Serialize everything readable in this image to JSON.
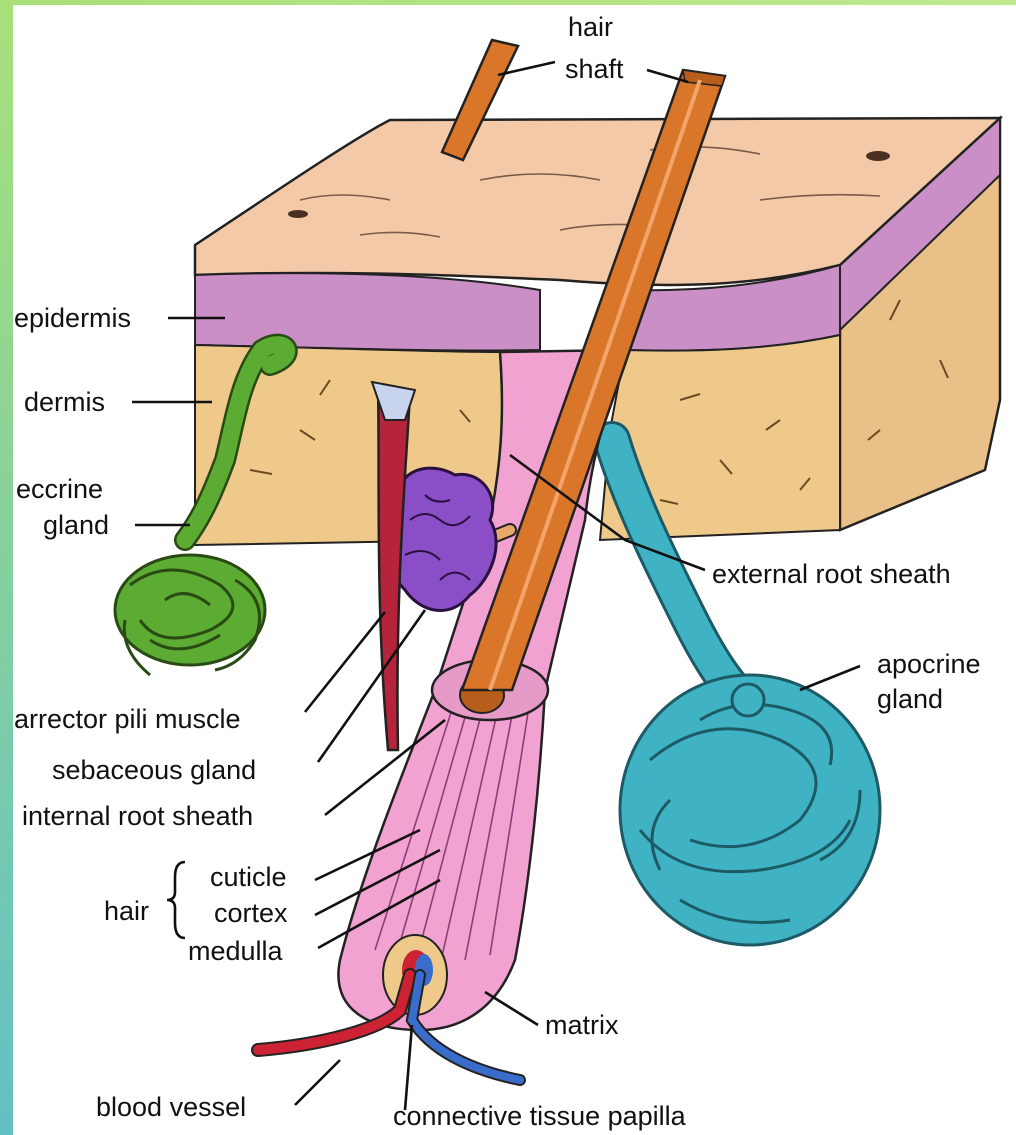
{
  "labels": {
    "hair_shaft_line1": "hair",
    "hair_shaft_line2": "shaft",
    "epidermis": "epidermis",
    "dermis": "dermis",
    "eccrine_line1": "eccrine",
    "eccrine_line2": "gland",
    "external_root_sheath": "external root sheath",
    "apocrine_line1": "apocrine",
    "apocrine_line2": "gland",
    "arrector_pili": "arrector pili muscle",
    "sebaceous": "sebaceous gland",
    "internal_root_sheath": "internal root sheath",
    "hair_group": "hair",
    "cuticle": "cuticle",
    "cortex": "cortex",
    "medulla": "medulla",
    "matrix": "matrix",
    "blood_vessel": "blood vessel",
    "papilla": "connective tissue papilla"
  },
  "colors": {
    "skin_top": "#f4c9a8",
    "epidermis": "#c98fc6",
    "dermis": "#efc98a",
    "hair_shaft": "#d9762a",
    "follicle": "#f2a2d0",
    "eccrine": "#5cab33",
    "apocrine": "#3fb3c4",
    "sebaceous": "#8a4fc6",
    "muscle": "#b5243a",
    "artery": "#cc2233",
    "vein": "#3a6ccc"
  }
}
